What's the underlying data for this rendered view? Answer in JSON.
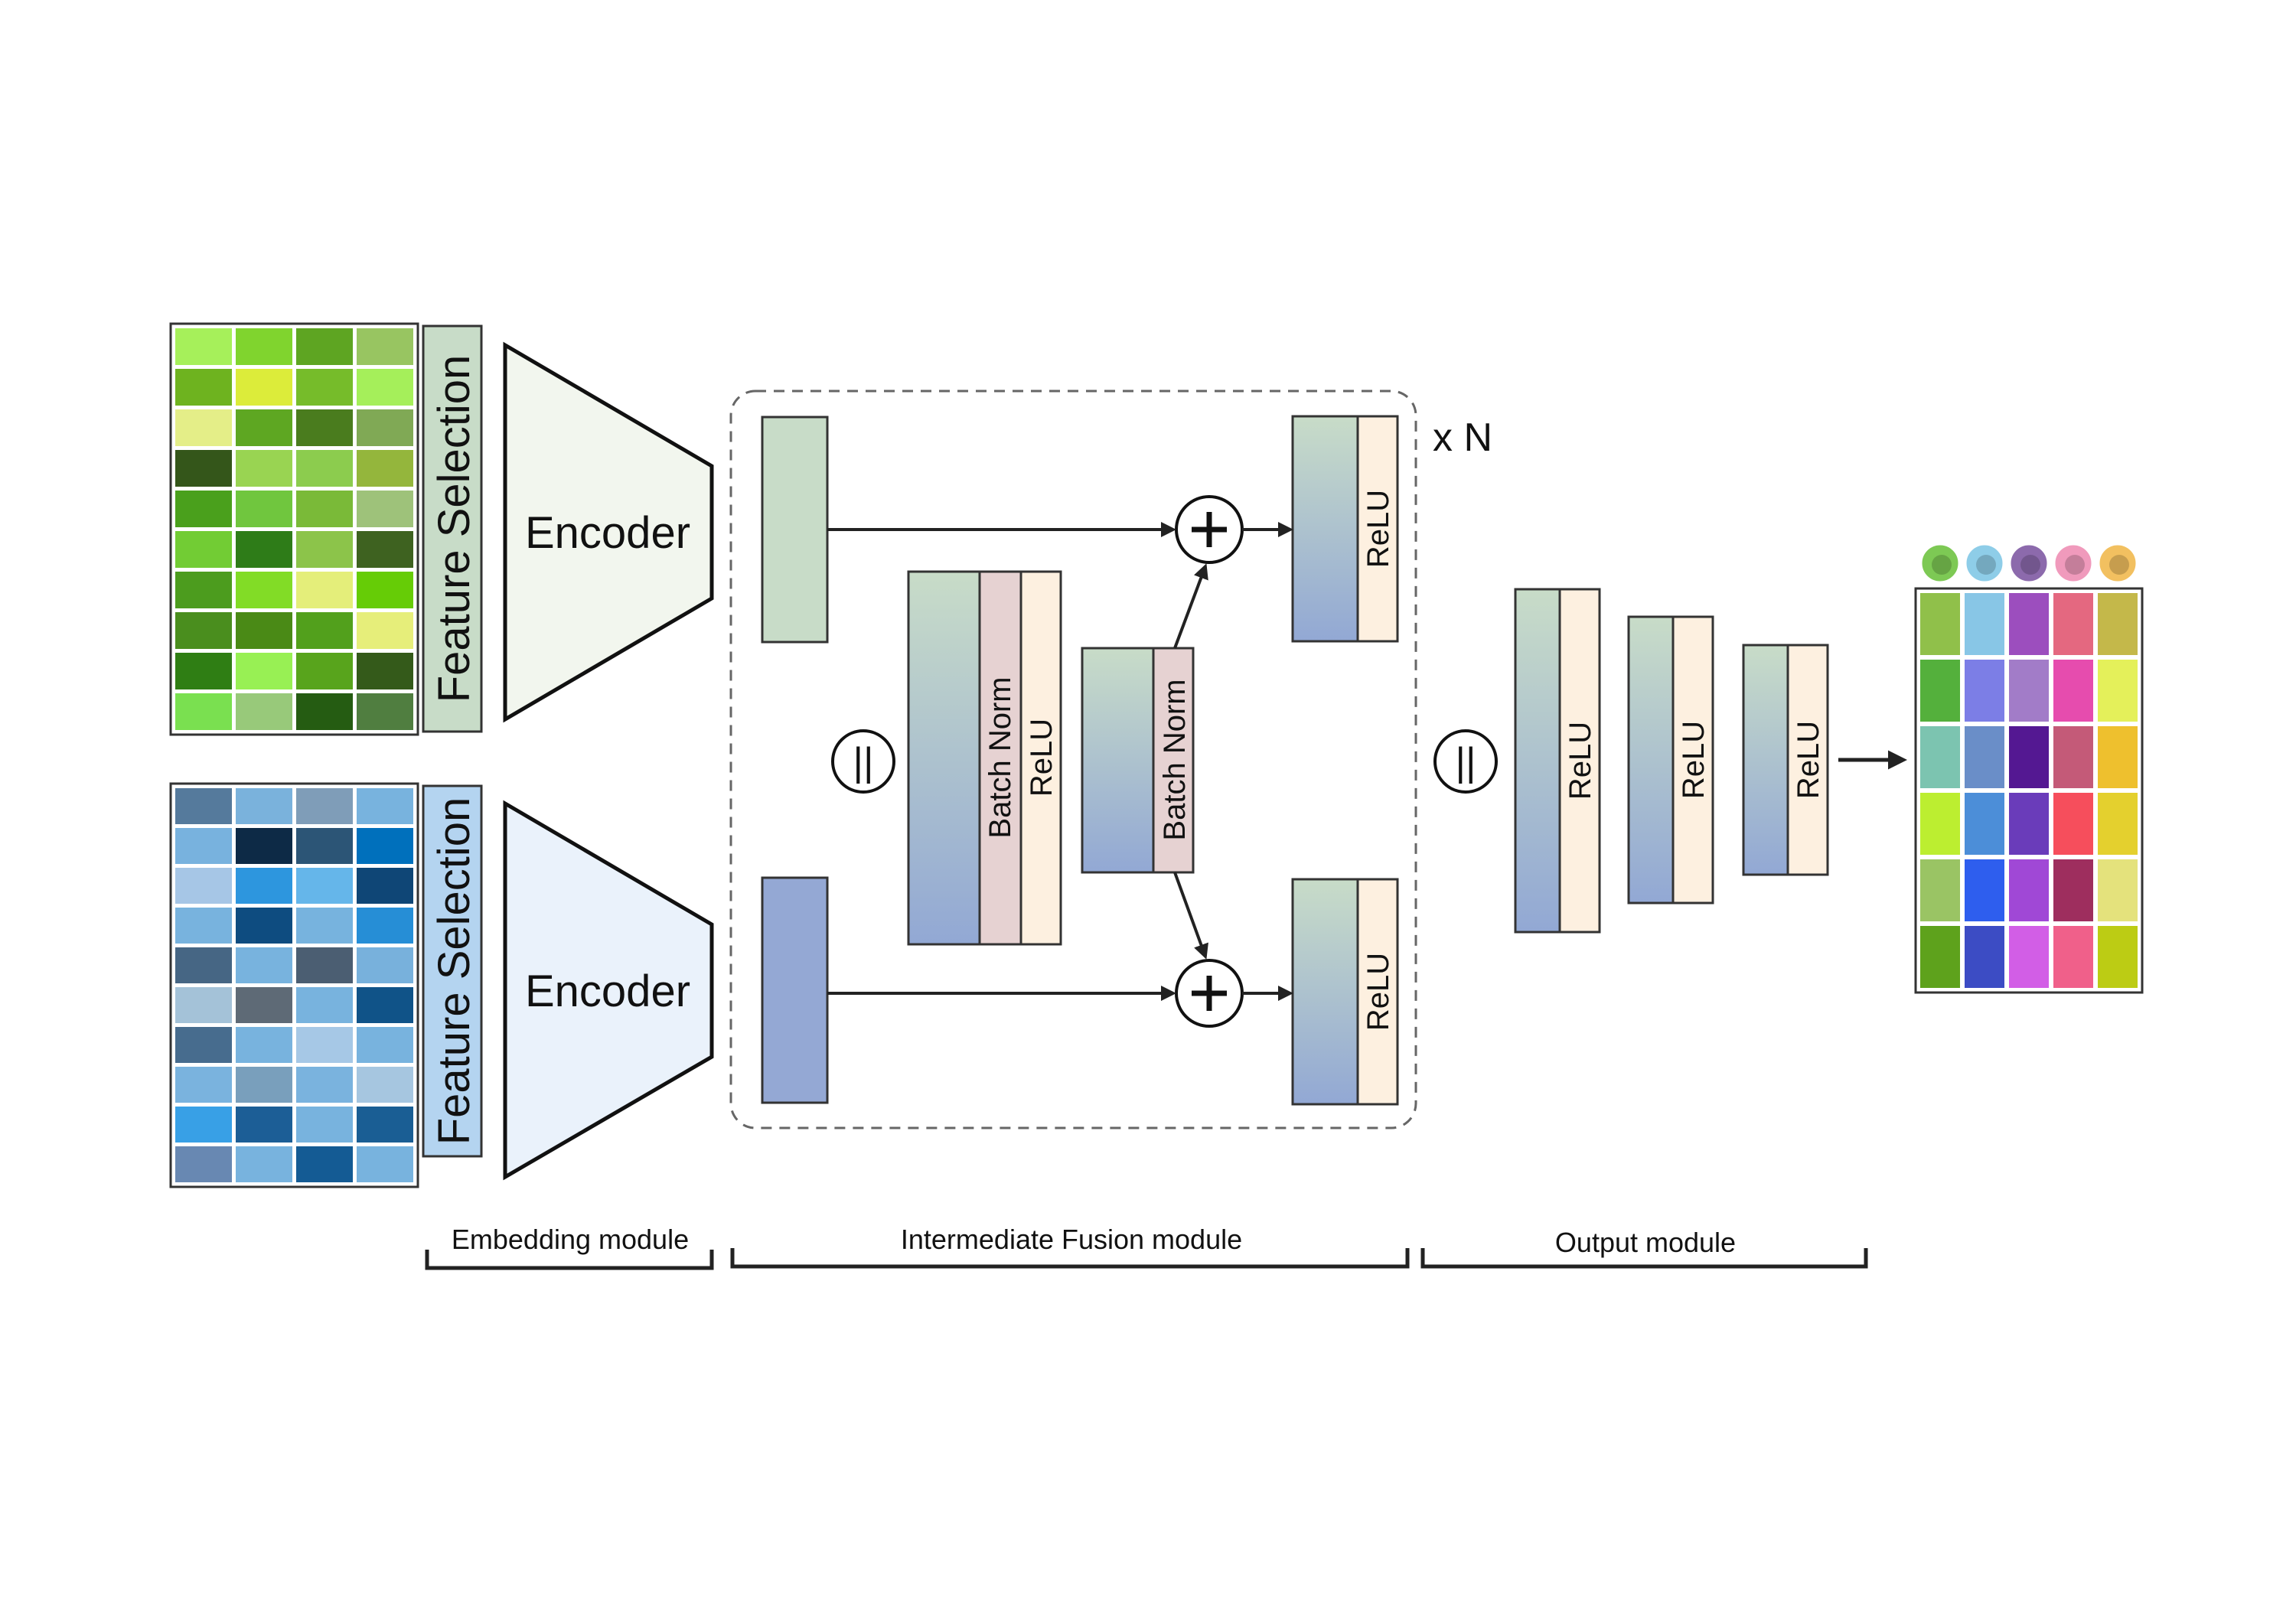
{
  "labels": {
    "feature_selection": "Feature Selection",
    "encoder": "Encoder",
    "batch_norm": "Batch Norm",
    "relu": "ReLU",
    "repeat": "x N",
    "concat": "||",
    "add": "+"
  },
  "modules": {
    "embedding": "Embedding module",
    "fusion": "Intermediate Fusion module",
    "output": "Output module"
  },
  "colors": {
    "green_matrix": [
      "#a6f05a",
      "#80d42e",
      "#5ea522",
      "#98c561",
      "#6eb31f",
      "#dcec3a",
      "#76bc2a",
      "#a5ef5a",
      "#e4ee88",
      "#5ea722",
      "#4a7c1e",
      "#80a955",
      "#34561a",
      "#99d452",
      "#8ccc4e",
      "#94b63c",
      "#4aa01c",
      "#70c63e",
      "#7aba38",
      "#9ec27a",
      "#72cc34",
      "#2e7c18",
      "#8cc44a",
      "#3e6220",
      "#4c9c1e",
      "#82dc26",
      "#e4ee7a",
      "#66cc06",
      "#4a8e1e",
      "#4a8a16",
      "#52a01c",
      "#e6ee7a",
      "#2f7e14",
      "#98f054",
      "#58a41c",
      "#345a1a",
      "#7ae050",
      "#98c97a",
      "#255c12",
      "#507e40"
    ],
    "blue_matrix": [
      "#557a9c",
      "#7ab2dc",
      "#7f9db8",
      "#78b3de",
      "#78b2de",
      "#0d2a46",
      "#2c5576",
      "#0070bc",
      "#a6c6e6",
      "#2d96de",
      "#65b6ea",
      "#0f4676",
      "#78b3de",
      "#0e4c80",
      "#77b3de",
      "#268ed6",
      "#466684",
      "#78b3de",
      "#4b5e72",
      "#78b1dc",
      "#a4c2d8",
      "#5e6a76",
      "#78b3de",
      "#105388",
      "#476c8e",
      "#78b3de",
      "#a6c8e6",
      "#78b3de",
      "#7ab3de",
      "#799fbc",
      "#7ab3de",
      "#a6c6e0",
      "#38a0e6",
      "#1c5e96",
      "#78b3de",
      "#1a5e94",
      "#6888b2",
      "#78b3de",
      "#145b94",
      "#78b3de"
    ],
    "output_matrix": [
      "#90c04a",
      "#88c6e6",
      "#9c4ebe",
      "#e46880",
      "#c4b84a",
      "#54b03c",
      "#7c7ee6",
      "#a27cc8",
      "#e64cae",
      "#e4f05a",
      "#7cc4b0",
      "#6a8ec8",
      "#541892",
      "#c45a78",
      "#eec02e",
      "#bcee30",
      "#4c8ed8",
      "#6a3cba",
      "#f64e5c",
      "#e4d02e",
      "#9ac464",
      "#2e5eee",
      "#a048d6",
      "#9e2e5e",
      "#e4e27c",
      "#5ea21c",
      "#3c4cc4",
      "#d25ee6",
      "#f0608a",
      "#bccc14"
    ],
    "cells": [
      "#7dc954",
      "#8ecde8",
      "#8c6aac",
      "#f09abc",
      "#f2c060"
    ]
  }
}
